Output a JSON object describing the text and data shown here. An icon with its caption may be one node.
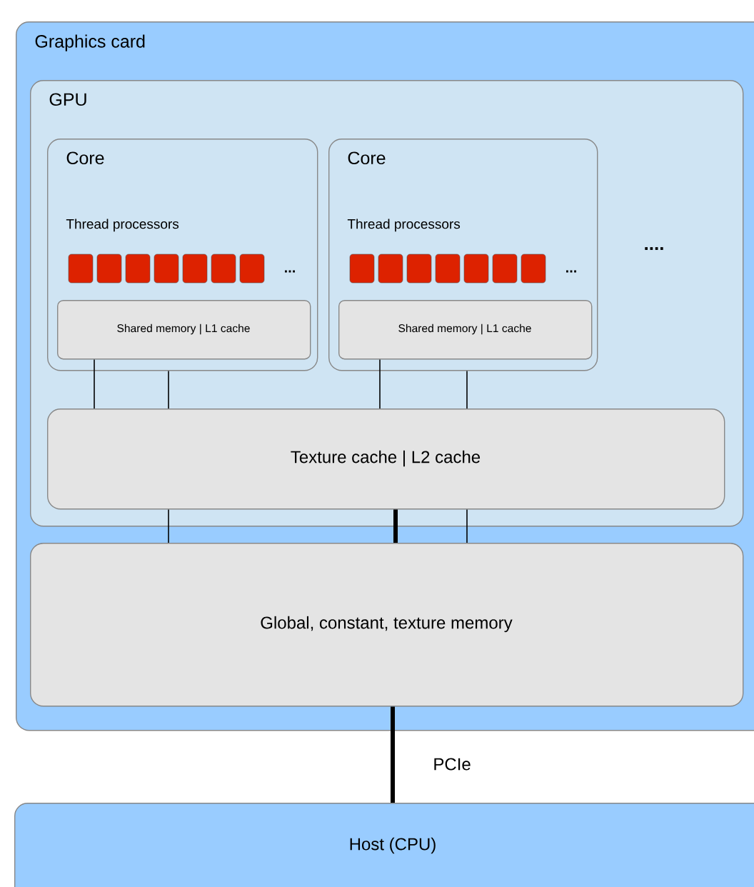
{
  "diagram": {
    "nodes": [
      {
        "text": [
          "Graphics card"
        ]
      },
      {
        "text": [
          "GPU"
        ],
        "in": 0
      },
      {
        "text": [
          "Core",
          "Thread processors"
        ],
        "in": 1
      },
      {
        "text": [
          "Shared memory | L1 cache"
        ],
        "in": 2
      },
      {
        "text": [
          "Core",
          "Thread processors"
        ],
        "in": 1
      },
      {
        "text": [
          "Shared memory | L1 cache"
        ],
        "in": 4
      },
      {
        "text": [
          "Texture cache | L2 cache"
        ],
        "in": 1
      },
      {
        "text": [
          "Global, constant, texture memory"
        ],
        "in": 0
      },
      {
        "text": [
          "Host (CPU)"
        ]
      }
    ],
    "edges": [
      {
        "from": 3,
        "to": 6,
        "arrow": "none"
      },
      {
        "from": 2,
        "to": 6,
        "arrow": "none"
      },
      {
        "from": 5,
        "to": 6,
        "arrow": "none"
      },
      {
        "from": 4,
        "to": 6,
        "arrow": "none"
      },
      {
        "from": 6,
        "to": 7,
        "arrow": "none"
      },
      {
        "from": 6,
        "to": 7,
        "arrow": "none",
        "style": "thick"
      },
      {
        "from": 6,
        "to": 7,
        "arrow": "none"
      },
      {
        "from": 7,
        "to": 8,
        "arrow": "none",
        "style": "thick",
        "label": "PCIe"
      }
    ],
    "labels": [
      "...",
      "...",
      "...."
    ]
  }
}
